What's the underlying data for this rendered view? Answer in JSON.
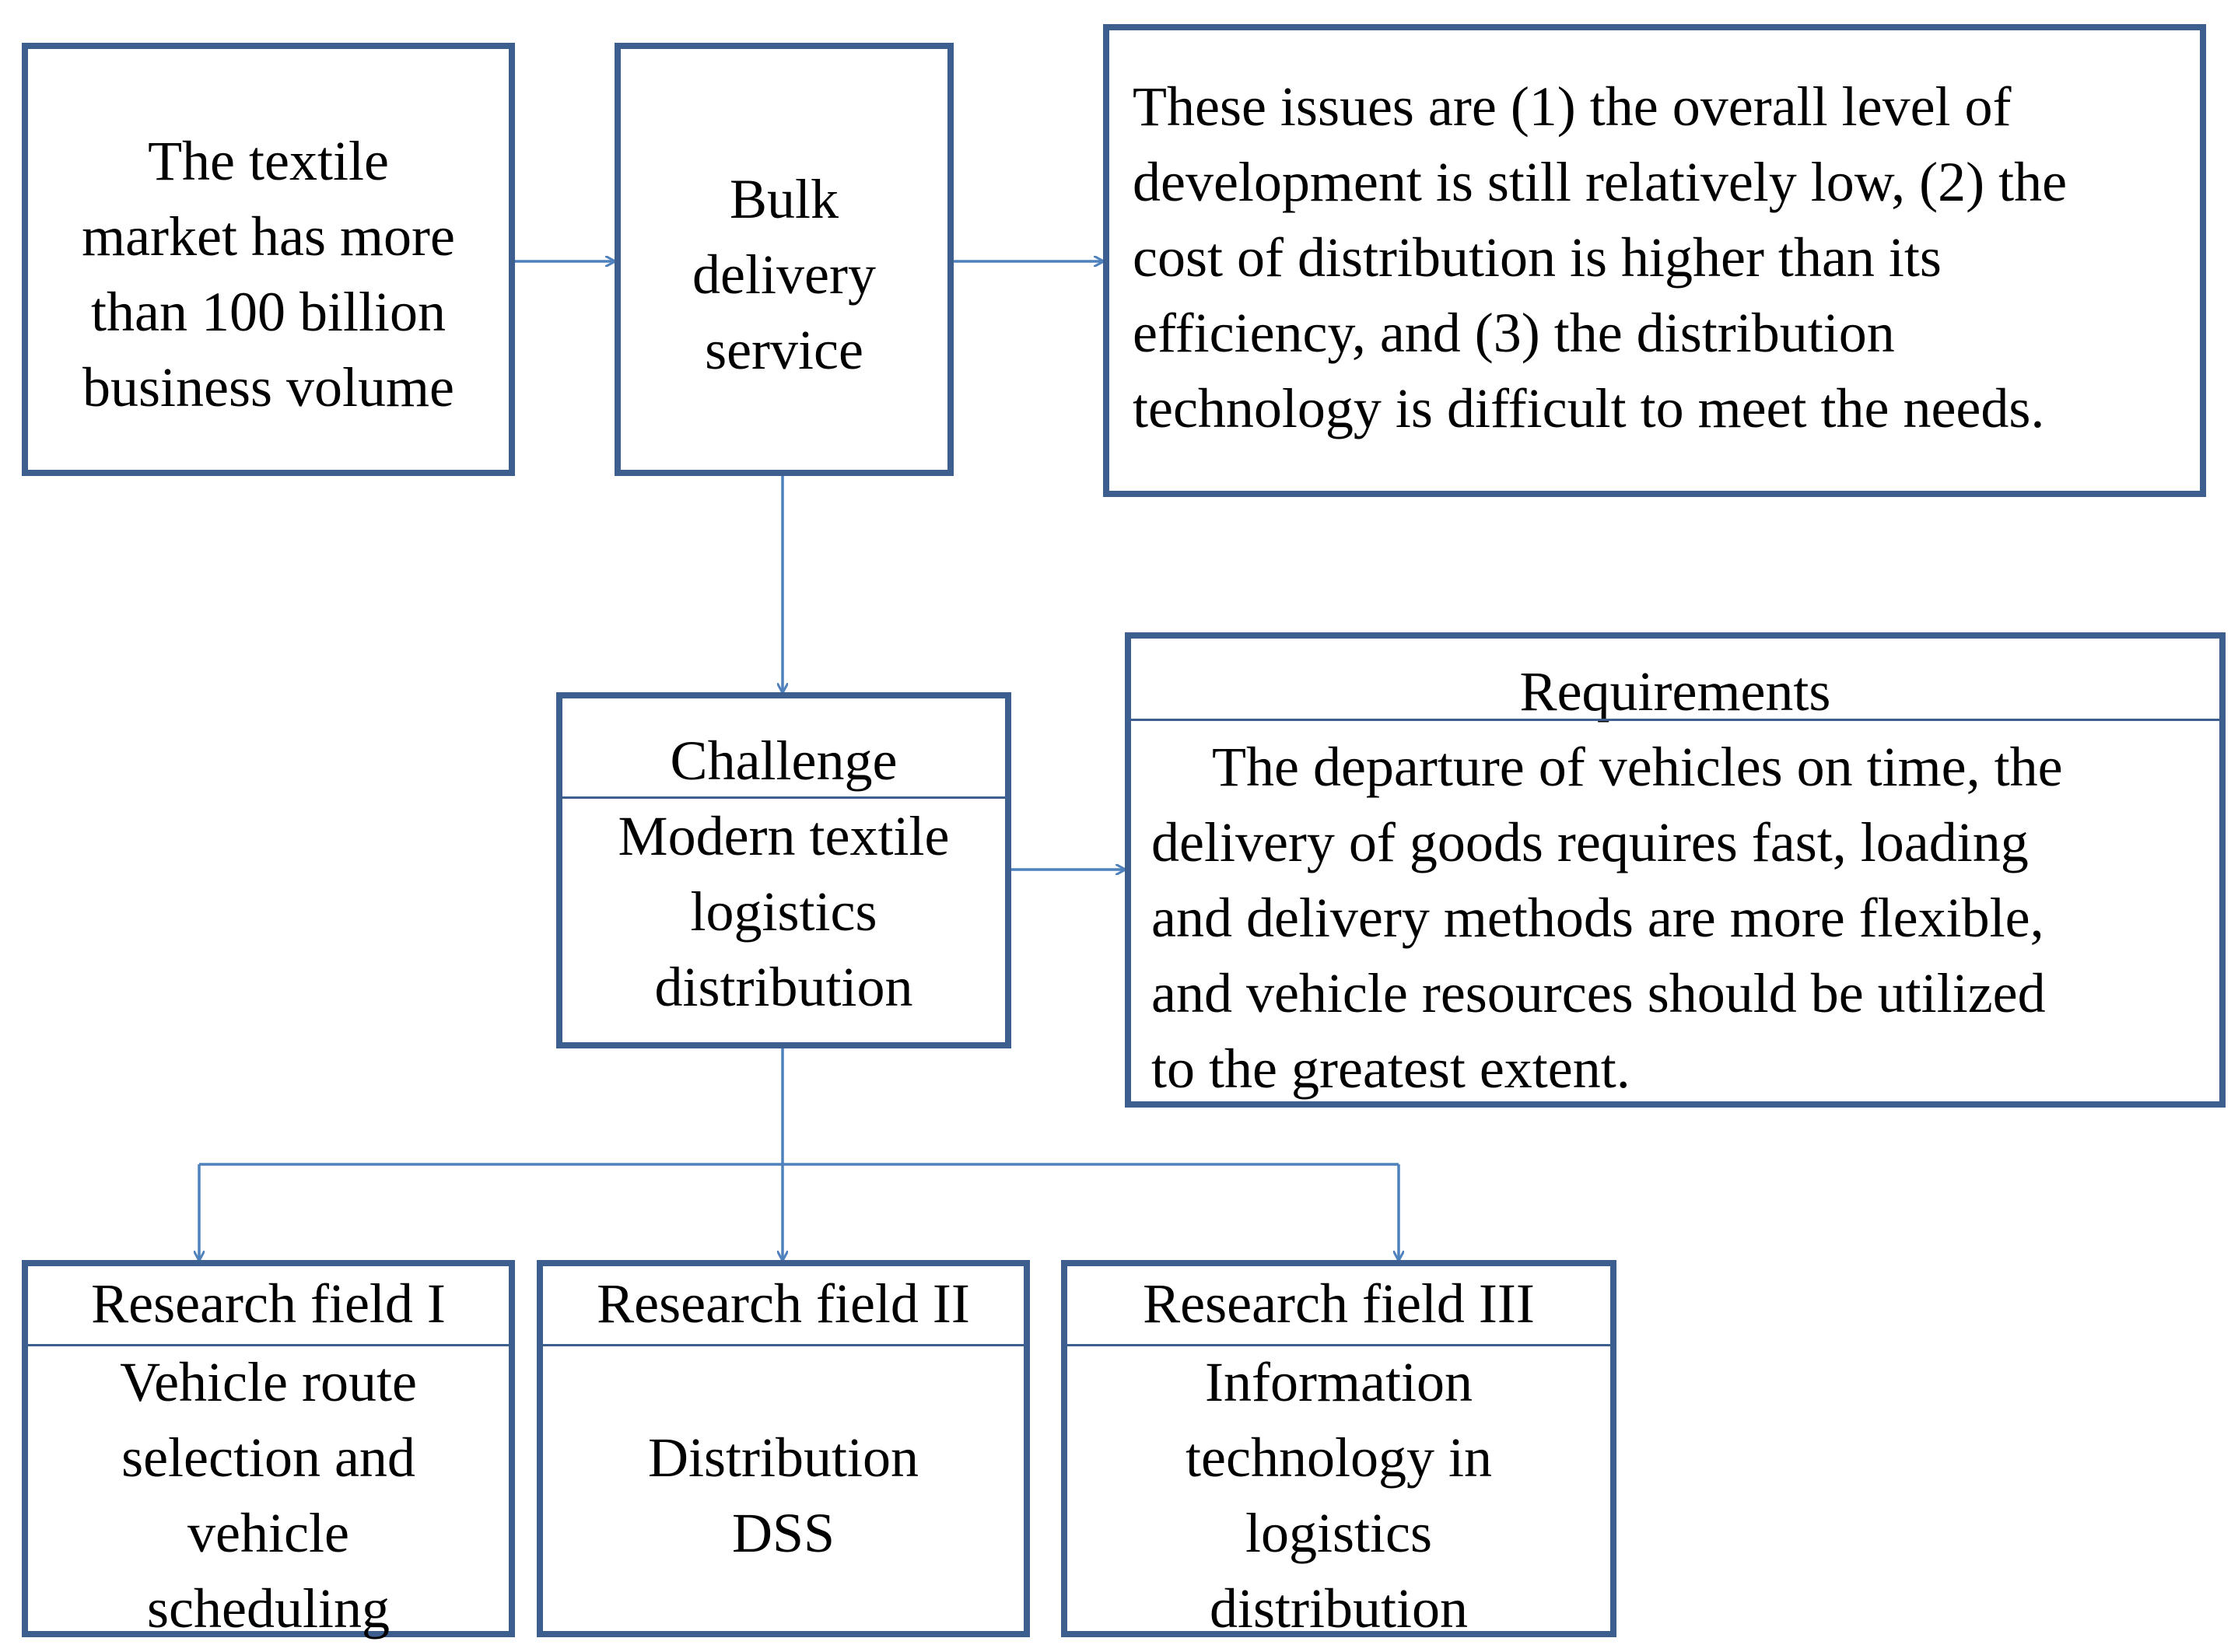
{
  "boxes": {
    "market": [
      "The textile",
      "market has more",
      "than 100 billion",
      "business volume"
    ],
    "bulk": [
      "Bulk",
      "delivery",
      "service"
    ],
    "issues": [
      "These issues are (1) the overall level of",
      "development is still relatively low, (2) the",
      "cost of distribution is higher than its",
      "efficiency, and (3) the distribution",
      "technology is difficult to meet the needs."
    ],
    "challenge": {
      "title": "Challenge",
      "lines": [
        "Modern textile",
        "logistics",
        "distribution"
      ]
    },
    "requirements": {
      "title": "Requirements",
      "lines": [
        "The departure of vehicles on time, the",
        "delivery of goods requires fast, loading",
        "and delivery methods are more flexible,",
        "and vehicle resources should be utilized",
        "to the greatest extent."
      ]
    },
    "field1": {
      "title": "Research field I",
      "lines": [
        "Vehicle route",
        "selection and",
        "vehicle",
        "scheduling"
      ]
    },
    "field2": {
      "title": "Research field II",
      "lines": [
        "Distribution",
        "DSS"
      ]
    },
    "field3": {
      "title": "Research field III",
      "lines": [
        "Information",
        "technology in",
        "logistics",
        "distribution"
      ]
    }
  },
  "colors": {
    "border": "#3d5f8f",
    "connector": "#4f81bd"
  }
}
